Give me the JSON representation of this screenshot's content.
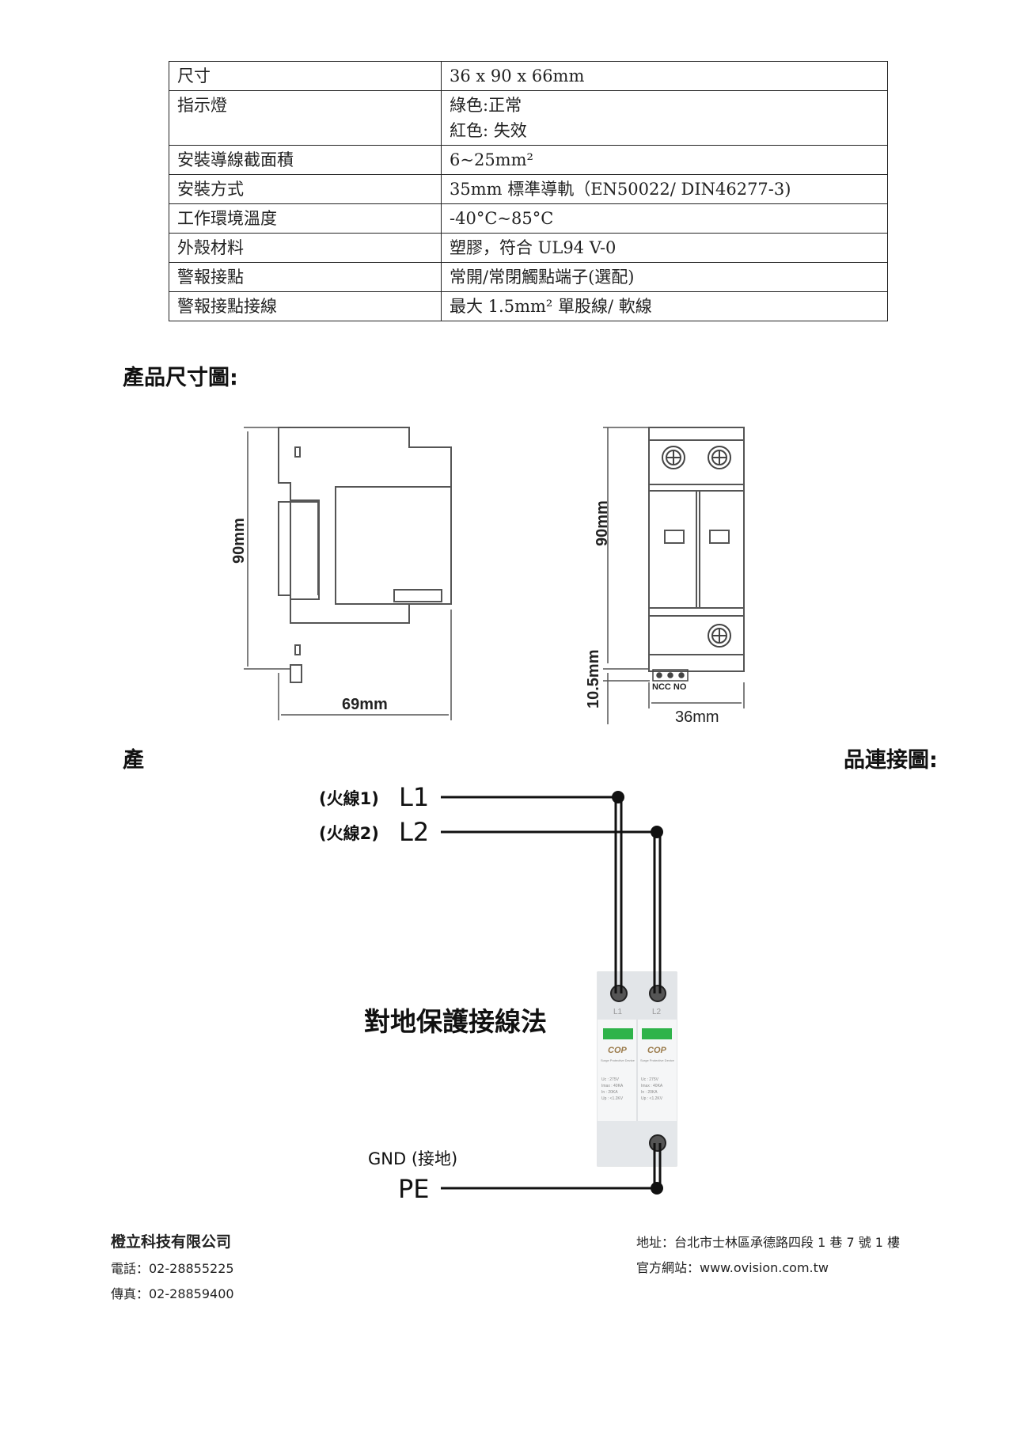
{
  "spec_rows": [
    {
      "label": "尺寸",
      "values": [
        "36 x 90 x 66mm"
      ]
    },
    {
      "label": "指示燈",
      "values": [
        "綠色:正常",
        "紅色: 失效"
      ]
    },
    {
      "label": "安裝導線截面積",
      "values": [
        "6~25mm²"
      ]
    },
    {
      "label": "安裝方式",
      "values": [
        "35mm 標準導軌（EN50022/ DIN46277-3)"
      ]
    },
    {
      "label": "工作環境溫度",
      "values": [
        "-40°C~85°C"
      ]
    },
    {
      "label": "外殼材料",
      "values": [
        "塑膠，符合 UL94 V-0"
      ]
    },
    {
      "label": "警報接點",
      "values": [
        "常開/常閉觸點端子(選配)"
      ]
    },
    {
      "label": "警報接點接線",
      "values": [
        "最大 1.5mm² 單股線/ 軟線"
      ]
    }
  ],
  "headings": {
    "dimension_title": "產品尺寸圖:",
    "connection_left": "產",
    "connection_right": "品連接圖:"
  },
  "dimension_drawing": {
    "side_height": "90mm",
    "side_depth": "69mm",
    "front_height": "90mm",
    "terminal_height": "10.5mm",
    "front_width": "36mm",
    "terminal_labels": "NCC NO"
  },
  "wiring_diagram": {
    "l1_name": "(火線1)",
    "l1": "L1",
    "l2_name": "(火線2)",
    "l2": "L2",
    "method": "對地保護接線法",
    "gnd_name": "GND (接地)",
    "pe": "PE",
    "device": {
      "term1": "L1",
      "term2": "L2",
      "brand": "COP",
      "subtitle": "Surge Protective Device",
      "spec_lines": [
        "Uc  : 275V",
        "Imax : 40KA",
        "In   : 20KA",
        "Up  : <1.2KV"
      ]
    }
  },
  "footer": {
    "company": "橙立科技有限公司",
    "phone": "電話：02-28855225",
    "fax": "傳真：02-28859400",
    "address": "地址：台北市士林區承德路四段 1 巷 7 號 1 樓",
    "website": "官方網站：www.ovision.com.tw"
  },
  "colors": {
    "indicator_green": "#2fb34a",
    "line": "#111111"
  }
}
